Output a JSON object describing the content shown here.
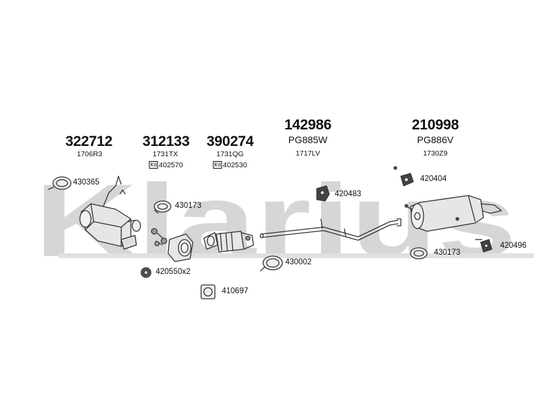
{
  "brand_watermark": "Klarius",
  "assemblies": [
    {
      "number": "322712",
      "code": "1706R3"
    },
    {
      "number": "312133",
      "code": "1731TX",
      "kit_badge": "Kit",
      "kit_number": "402570"
    },
    {
      "number": "390274",
      "code": "1731QG",
      "kit_badge": "Kit",
      "kit_number": "402530"
    },
    {
      "number": "142986",
      "oe_code": "PG885W",
      "code": "1717LV"
    },
    {
      "number": "210998",
      "oe_code": "PG886V",
      "code": "1730Z9"
    }
  ],
  "fittings": [
    {
      "number": "430365"
    },
    {
      "number": "430173"
    },
    {
      "number": "420550x2"
    },
    {
      "number": "410697"
    },
    {
      "number": "430002"
    },
    {
      "number": "420483"
    },
    {
      "number": "420404"
    },
    {
      "number": "430173"
    },
    {
      "number": "420496"
    }
  ],
  "colors": {
    "line": "#333333",
    "watermark": "#d4d4d4",
    "part_fill": "#e6e6e6"
  }
}
